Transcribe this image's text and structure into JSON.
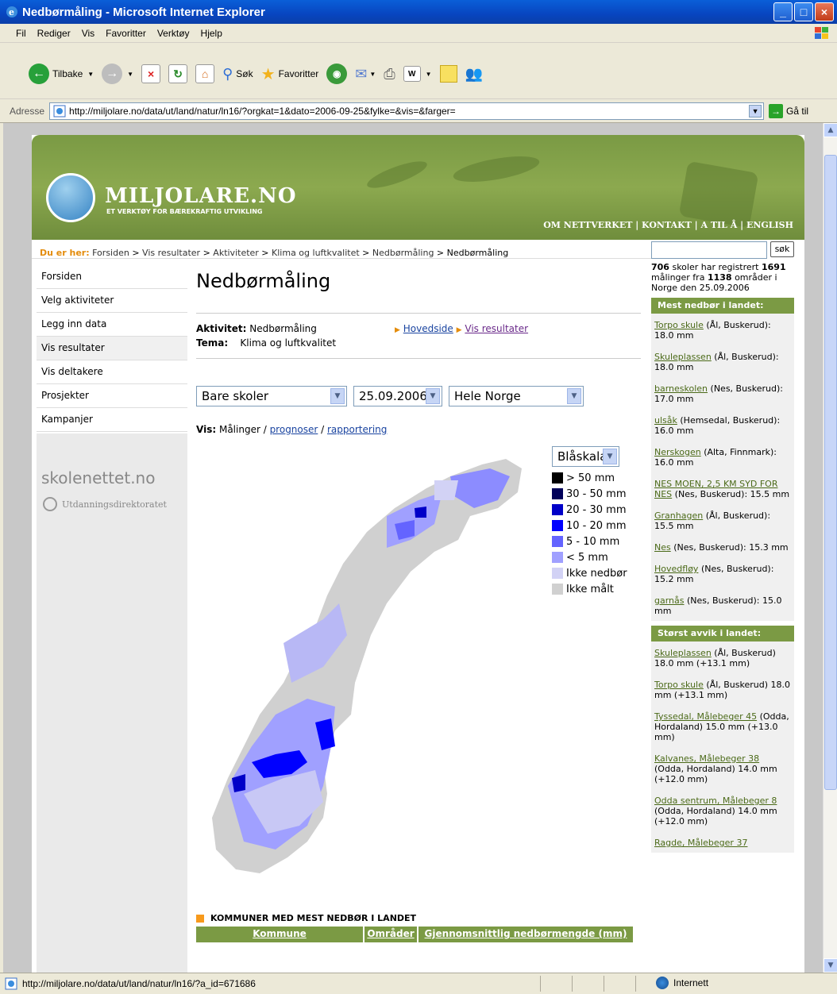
{
  "window": {
    "title": "Nedbørmåling - Microsoft Internet Explorer"
  },
  "menu": [
    "Fil",
    "Rediger",
    "Vis",
    "Favoritter",
    "Verktøy",
    "Hjelp"
  ],
  "toolbar": {
    "back": "Tilbake",
    "search": "Søk",
    "favorites": "Favoritter"
  },
  "address": {
    "label": "Adresse",
    "url": "http://miljolare.no/data/ut/land/natur/ln16/?orgkat=1&dato=2006-09-25&fylke=&vis=&farger=",
    "go": "Gå til"
  },
  "site": {
    "logo": "MILJOLARE.NO",
    "tagline": "ET VERKTØY FOR BÆREKRAFTIG UTVIKLING",
    "topnav": "OM NETTVERKET | KONTAKT | A TIL Å | ENGLISH",
    "breadcrumb": {
      "lead": "Du er her:",
      "items": [
        "Forsiden",
        "Vis resultater",
        "Aktiviteter",
        "Klima og luftkvalitet",
        "Nedbørmåling"
      ],
      "current": "Nedbørmåling"
    },
    "leftnav": [
      "Forsiden",
      "Velg aktiviteter",
      "Legg inn data",
      "Vis resultater",
      "Vis deltakere",
      "Prosjekter",
      "Kampanjer"
    ],
    "partners": {
      "skolenettet": "skolenettet.no",
      "udir": "Utdanningsdirektoratet"
    },
    "main": {
      "title": "Nedbørmåling",
      "aktivitet_label": "Aktivitet:",
      "aktivitet_value": "Nedbørmåling",
      "tema_label": "Tema:",
      "tema_value": "Klima og luftkvalitet",
      "link_hovedside": "Hovedside",
      "link_vis": "Vis resultater",
      "select_org": "Bare skoler",
      "select_date": "25.09.2006",
      "select_region": "Hele Norge",
      "vis_label": "Vis:",
      "vis_current": "Målinger",
      "vis_prognoser": "prognoser",
      "vis_rapportering": "rapportering",
      "legend_select": "Blåskala",
      "legend": [
        {
          "label": "> 50 mm",
          "color": "#000000"
        },
        {
          "label": "30 - 50 mm",
          "color": "#00005a"
        },
        {
          "label": "20 - 30 mm",
          "color": "#0000c8"
        },
        {
          "label": "10 - 20 mm",
          "color": "#0000ff"
        },
        {
          "label": "5 - 10 mm",
          "color": "#6464ff"
        },
        {
          "label": "< 5 mm",
          "color": "#a0a0ff"
        },
        {
          "label": "Ikke nedbør",
          "color": "#d2d2f5"
        },
        {
          "label": "Ikke målt",
          "color": "#d0d0d0"
        }
      ],
      "kommuner_title": "KOMMUNER MED MEST NEDBØR I LANDET",
      "table_headers": [
        "Kommune",
        "Områder",
        "Gjennomsnittlig nedbørmengde (mm)"
      ]
    },
    "right": {
      "search_btn": "søk",
      "stat_schools": "706",
      "stat_text1": "skoler har registrert",
      "stat_measurements": "1691",
      "stat_text2": "målinger fra",
      "stat_areas": "1138",
      "stat_text3": "områder i Norge den 25.09.2006",
      "most_title": "Mest nedbør i landet:",
      "most": [
        {
          "name": "Torpo skule",
          "rest": "(Ål, Buskerud): 18.0 mm"
        },
        {
          "name": "Skuleplassen",
          "rest": "(Ål, Buskerud): 18.0 mm"
        },
        {
          "name": "barneskolen",
          "rest": "(Nes, Buskerud): 17.0 mm"
        },
        {
          "name": "ulsåk",
          "rest": "(Hemsedal, Buskerud): 16.0 mm"
        },
        {
          "name": "Nerskogen",
          "rest": "(Alta, Finnmark): 16.0 mm"
        },
        {
          "name": "NES MOEN, 2,5 KM SYD FOR NES",
          "rest": "(Nes, Buskerud): 15.5 mm"
        },
        {
          "name": "Granhagen",
          "rest": "(Ål, Buskerud): 15.5 mm"
        },
        {
          "name": "Nes",
          "rest": "(Nes, Buskerud): 15.3 mm"
        },
        {
          "name": "Hovedfløy",
          "rest": "(Nes, Buskerud): 15.2 mm"
        },
        {
          "name": "garnås",
          "rest": "(Nes, Buskerud): 15.0 mm"
        }
      ],
      "dev_title": "Størst avvik i landet:",
      "dev": [
        {
          "name": "Skuleplassen",
          "rest": "(Ål, Buskerud) 18.0 mm (+13.1 mm)"
        },
        {
          "name": "Torpo skule",
          "rest": "(Ål, Buskerud) 18.0 mm (+13.1 mm)"
        },
        {
          "name": "Tyssedal, Målebeger 45",
          "rest": "(Odda, Hordaland) 15.0 mm (+13.0 mm)"
        },
        {
          "name": "Kalvanes, Målebeger 38",
          "rest": "(Odda, Hordaland) 14.0 mm (+12.0 mm)"
        },
        {
          "name": "Odda sentrum, Målebeger 8",
          "rest": "(Odda, Hordaland) 14.0 mm (+12.0 mm)"
        },
        {
          "name": "Ragde, Målebeger 37",
          "rest": ""
        }
      ]
    }
  },
  "status": {
    "url": "http://miljolare.no/data/ut/land/natur/ln16/?a_id=671686",
    "zone": "Internett"
  }
}
